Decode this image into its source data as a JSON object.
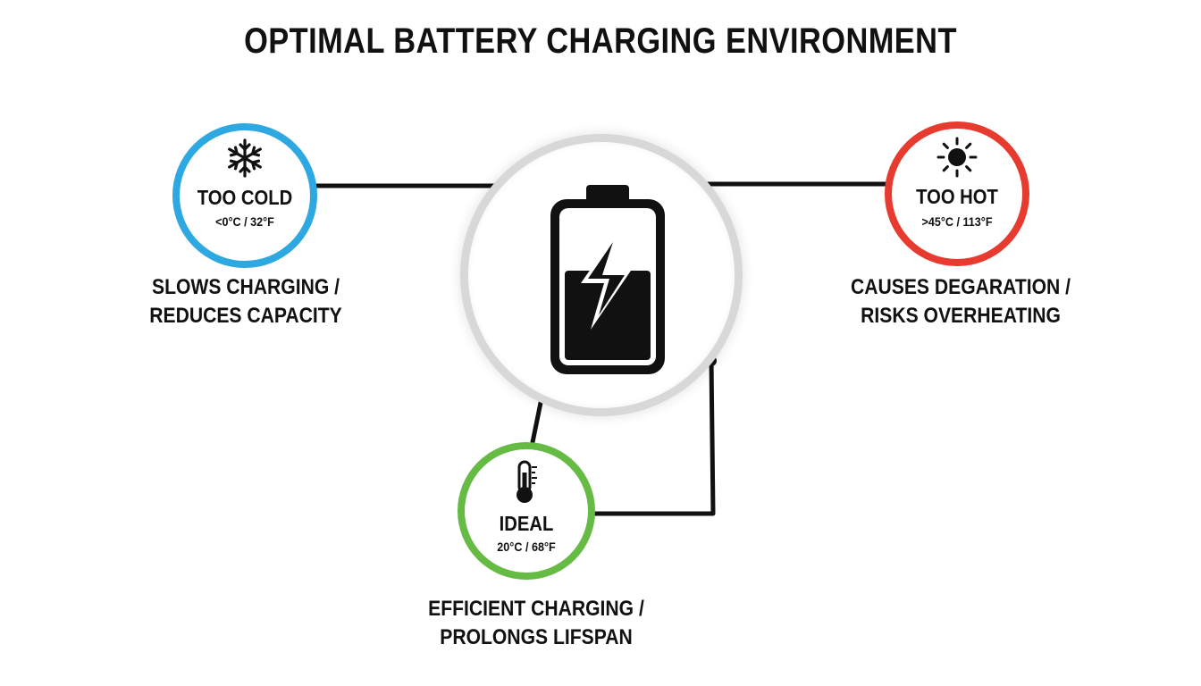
{
  "title": "OPTIMAL BATTERY CHARGING ENVIRONMENT",
  "nodes": {
    "cold": {
      "icon": "snowflake-icon",
      "label": "TOO COLD",
      "value": "<0°C / 32°F",
      "desc_line1": "SLOWS CHARGING /",
      "desc_line2": "REDUCES CAPACITY",
      "color": "#2ea8e0"
    },
    "hot": {
      "icon": "sun-icon",
      "label": "TOO HOT",
      "value": ">45°C / 113°F",
      "desc_line1": "CAUSES DEGARATION /",
      "desc_line2": "RISKS OVERHEATING",
      "color": "#e63b2e"
    },
    "ideal": {
      "icon": "thermometer-icon",
      "label": "IDEAL",
      "value": "20°C / 68°F",
      "desc_line1": "EFFICIENT CHARGING /",
      "desc_line2": "PROLONGS LIFSPAN",
      "color": "#66bb44"
    }
  },
  "center": {
    "icon": "charging-battery-icon"
  }
}
